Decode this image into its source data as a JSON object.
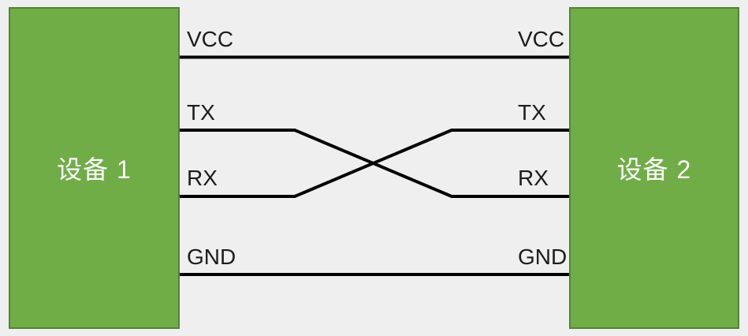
{
  "diagram": {
    "title": "uart-serial-crossover-connection",
    "devices": [
      {
        "label": "设备 1"
      },
      {
        "label": "设备 2"
      }
    ],
    "pins": {
      "left": [
        {
          "name": "VCC"
        },
        {
          "name": "TX"
        },
        {
          "name": "RX"
        },
        {
          "name": "GND"
        }
      ],
      "right": [
        {
          "name": "VCC"
        },
        {
          "name": "TX"
        },
        {
          "name": "RX"
        },
        {
          "name": "GND"
        }
      ]
    },
    "connections": [
      {
        "from": "设备 1 VCC",
        "to": "设备 2 VCC",
        "style": "straight"
      },
      {
        "from": "设备 1 TX",
        "to": "设备 2 RX",
        "style": "crossover"
      },
      {
        "from": "设备 1 RX",
        "to": "设备 2 TX",
        "style": "crossover"
      },
      {
        "from": "设备 1 GND",
        "to": "设备 2 GND",
        "style": "straight"
      }
    ],
    "colors": {
      "background": "#f0efef",
      "device_fill": "#70ad47",
      "device_border": "#548235",
      "device_text": "#ffffff",
      "wire": "#000000",
      "pin_text": "#1c1c1c"
    }
  }
}
